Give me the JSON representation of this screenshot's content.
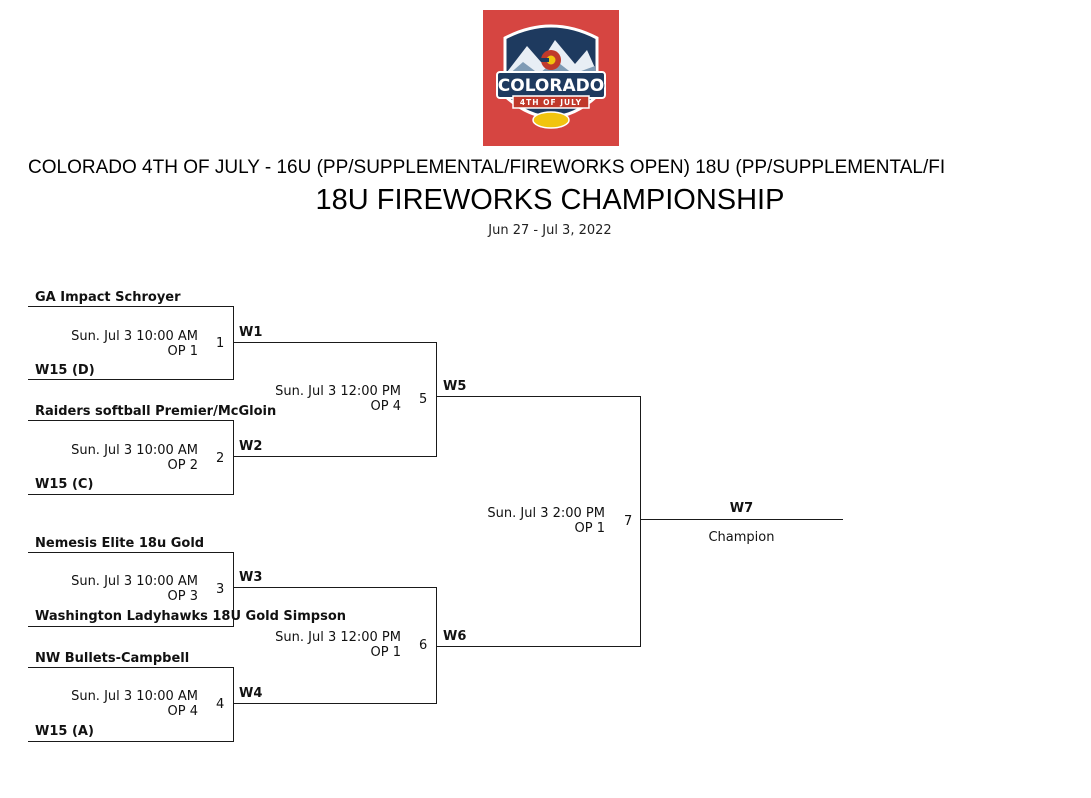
{
  "logo": {
    "word": "COLORADO",
    "sub": "4TH OF JULY",
    "colors": {
      "background": "#d64541",
      "badge": "#1e3a5f",
      "banner": "#c0392b",
      "gold": "#f1c40f"
    }
  },
  "header": {
    "event_title": "COLORADO 4TH OF JULY - 16U (PP/SUPPLEMENTAL/FIREWORKS OPEN) 18U (PP/SUPPLEMENTAL/FI",
    "division_title": "18U FIREWORKS CHAMPIONSHIP",
    "dates": "Jun 27 - Jul 3, 2022"
  },
  "bracket": {
    "round1": [
      {
        "number": "1",
        "team_top": "GA Impact Schroyer",
        "team_bottom": "W15 (D)",
        "time": "Sun. Jul 3 10:00 AM",
        "field": "OP 1",
        "winner": "W1"
      },
      {
        "number": "2",
        "team_top": "Raiders softball Premier/McGloin",
        "team_bottom": "W15 (C)",
        "time": "Sun. Jul 3 10:00 AM",
        "field": "OP 2",
        "winner": "W2"
      },
      {
        "number": "3",
        "team_top": "Nemesis Elite 18u Gold",
        "team_bottom": "Washington Ladyhawks 18U Gold Simpson",
        "time": "Sun. Jul 3 10:00 AM",
        "field": "OP 3",
        "winner": "W3"
      },
      {
        "number": "4",
        "team_top": "NW Bullets-Campbell",
        "team_bottom": "W15 (A)",
        "time": "Sun. Jul 3 10:00 AM",
        "field": "OP 4",
        "winner": "W4"
      }
    ],
    "round2": [
      {
        "number": "5",
        "time": "Sun. Jul 3 12:00 PM",
        "field": "OP 4",
        "winner": "W5"
      },
      {
        "number": "6",
        "time": "Sun. Jul 3 12:00 PM",
        "field": "OP 1",
        "winner": "W6"
      }
    ],
    "final": {
      "number": "7",
      "time": "Sun. Jul 3 2:00 PM",
      "field": "OP 1",
      "winner": "W7",
      "champion_label": "Champion"
    }
  }
}
